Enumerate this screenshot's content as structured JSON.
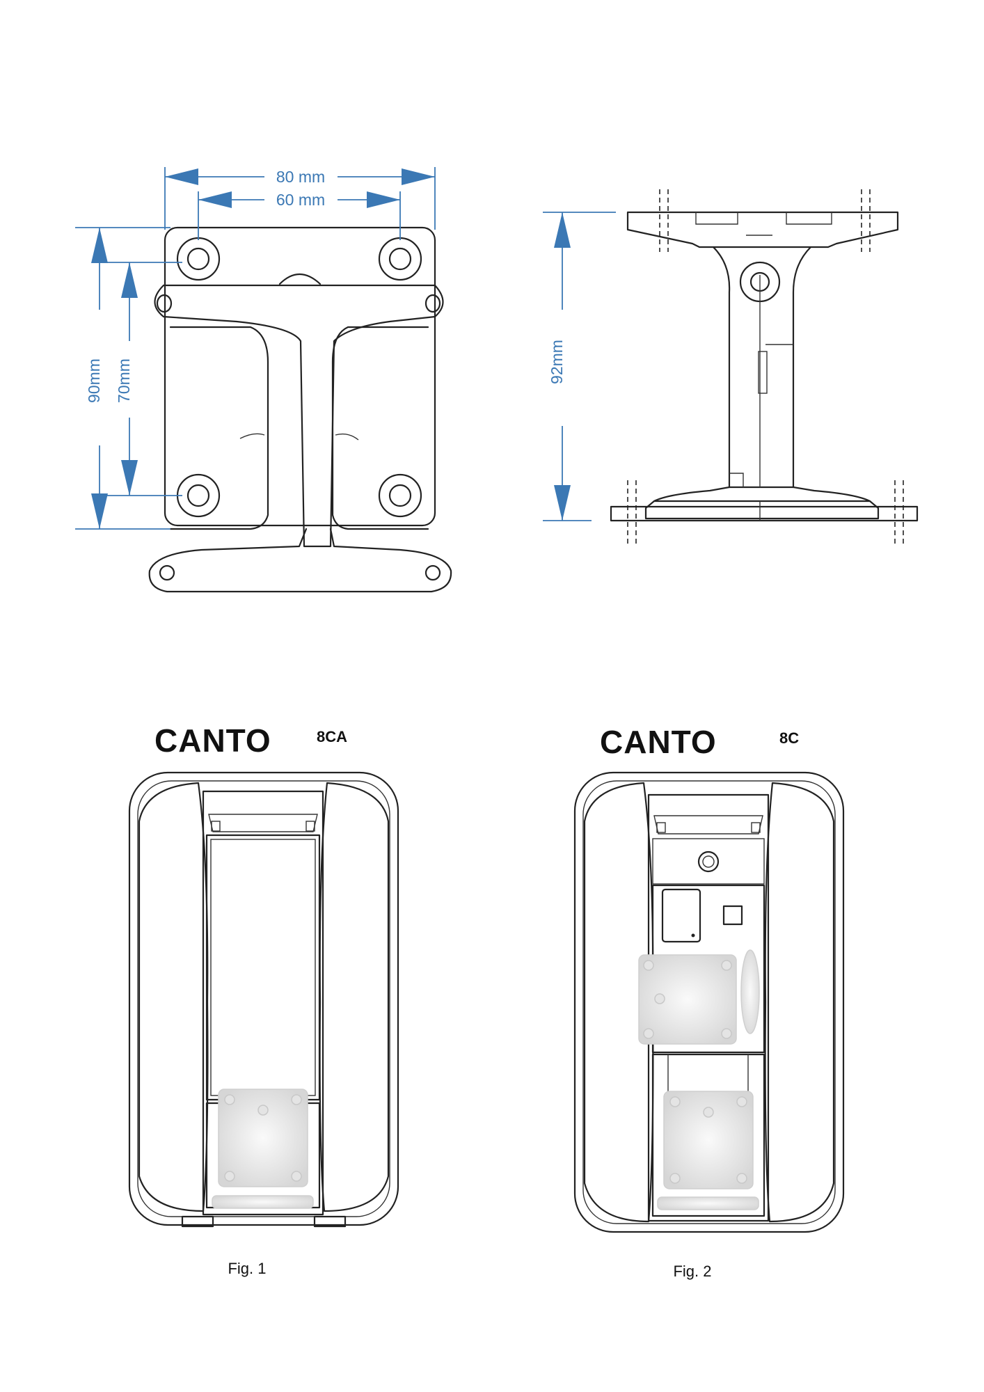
{
  "colors": {
    "dimension": "#3b78b4",
    "line_art": "#222222",
    "mount_plate": "#dcdcdc"
  },
  "top_left_view": {
    "dim_width_outer": "80 mm",
    "dim_width_inner": "60 mm",
    "dim_height_outer": "90mm",
    "dim_height_inner": "70mm"
  },
  "top_right_view": {
    "dim_height": "92mm"
  },
  "fig1": {
    "logo_main": "CANTO",
    "logo_model": "8CA",
    "caption": "Fig. 1"
  },
  "fig2": {
    "logo_main": "CANTO",
    "logo_model": "8C",
    "caption": "Fig. 2"
  }
}
